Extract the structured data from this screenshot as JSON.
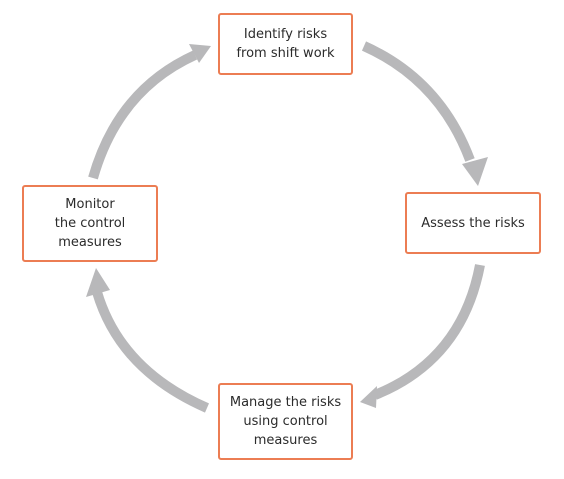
{
  "diagram": {
    "steps": [
      {
        "id": "identify",
        "label": "Identify risks\nfrom shift work"
      },
      {
        "id": "assess",
        "label": "Assess the risks"
      },
      {
        "id": "manage",
        "label": "Manage the risks\nusing control\nmeasures"
      },
      {
        "id": "monitor",
        "label": "Monitor\nthe control\nmeasures"
      }
    ],
    "colors": {
      "box_border": "#ec7d53",
      "arrow": "#b8b8ba",
      "text": "#2b2b2b"
    }
  }
}
